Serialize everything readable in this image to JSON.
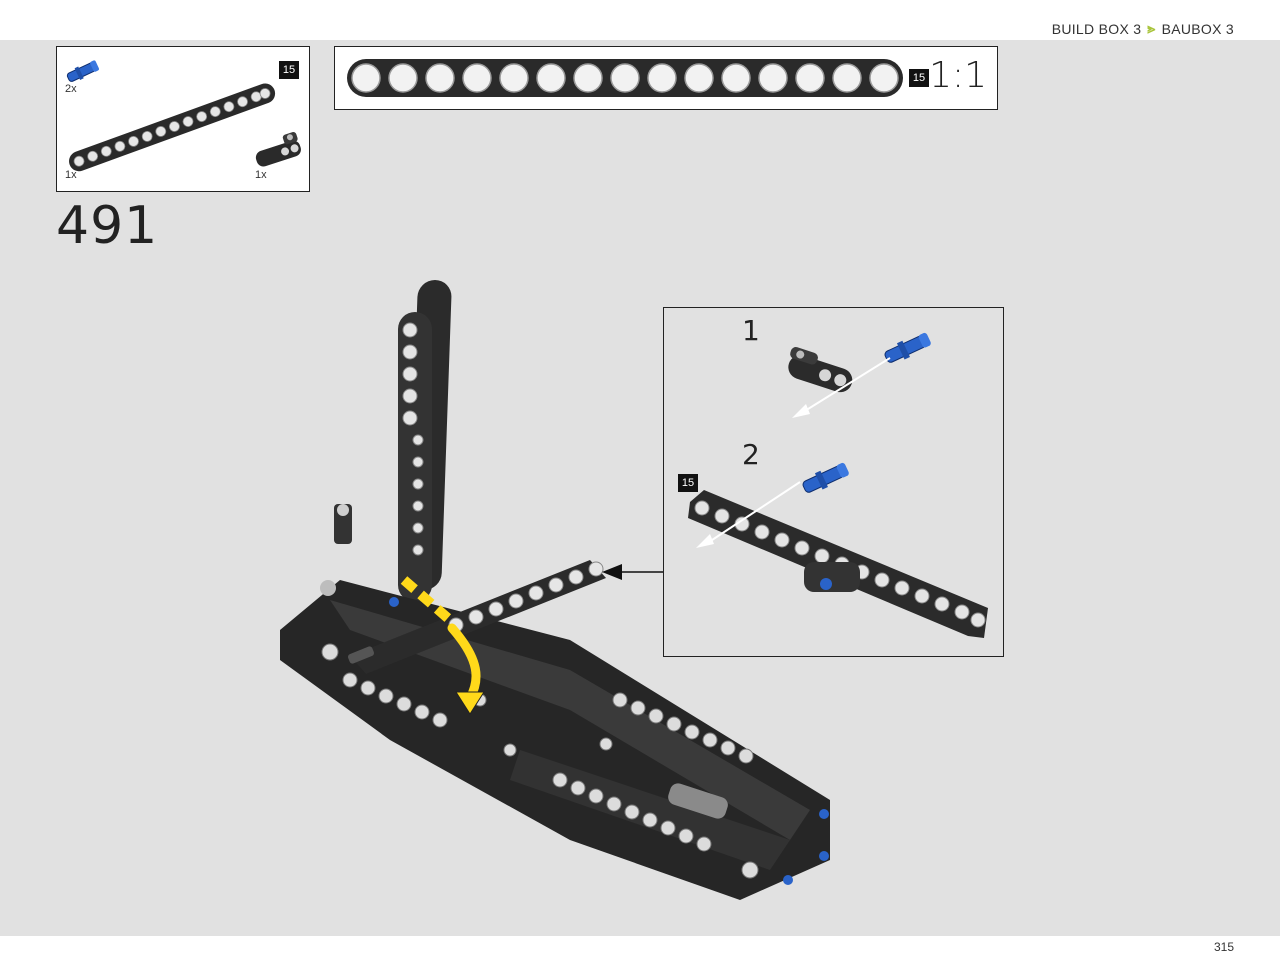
{
  "header": {
    "breadcrumb": [
      "BUILD BOX 3",
      "BAUBOX 3"
    ],
    "separator_color": "#a8c43a"
  },
  "parts_list": {
    "items": [
      {
        "name": "blue-axle-pin-icon",
        "qty": "2x"
      },
      {
        "name": "beam-15-icon",
        "qty": "1x",
        "length_badge": "15"
      },
      {
        "name": "connector-block-icon",
        "qty": "1x"
      }
    ]
  },
  "ruler": {
    "holes": 15,
    "badge": "15",
    "scale": "1:1"
  },
  "step": {
    "number": "491"
  },
  "callout": {
    "substeps": [
      "1",
      "2"
    ],
    "badge": "15"
  },
  "footer": {
    "page_number": "315"
  },
  "colors": {
    "background": "#e1e1e1",
    "beam": "#2a2a2a",
    "pin_blue": "#2a63c9",
    "highlight_yellow": "#ffd91a"
  }
}
